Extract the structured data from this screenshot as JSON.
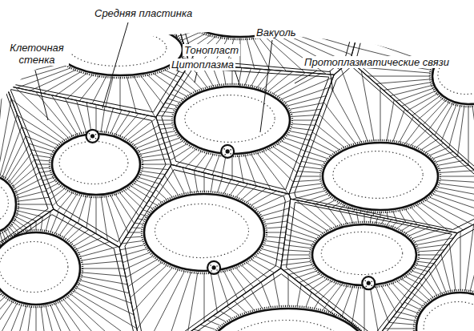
{
  "diagram": {
    "labels": [
      "Средняя пластинка",
      "Вакуоль",
      "Клеточная стенка",
      "Тонопласт",
      "Цитоплазма",
      "Протоплазматические связи"
    ]
  }
}
